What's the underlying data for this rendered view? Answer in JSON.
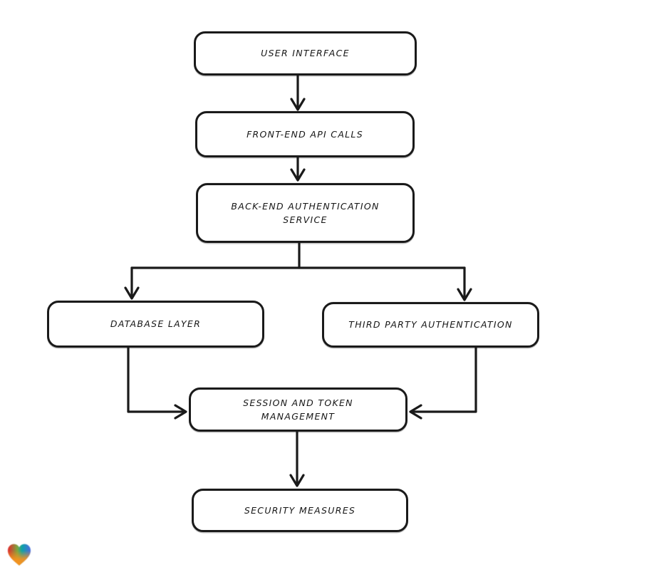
{
  "page": {
    "background": "#ffffff"
  },
  "diagram": {
    "type": "flowchart",
    "direction": "top-down",
    "style": "hand-drawn-sketch",
    "stroke_color": "#1a1a1a",
    "node_fill": "#ffffff",
    "nodes": [
      {
        "id": "user-interface",
        "label": "USER INTERFACE"
      },
      {
        "id": "front-end-api-calls",
        "label": "FRONT-END API CALLS"
      },
      {
        "id": "back-end-authentication-service",
        "label": "BACK-END AUTHENTICATION SERVICE"
      },
      {
        "id": "database-layer",
        "label": "DATABASE LAYER"
      },
      {
        "id": "third-party-authentication",
        "label": "THIRD PARTY AUTHENTICATION"
      },
      {
        "id": "session-and-token-management",
        "label": "SESSION AND TOKEN MANAGEMENT"
      },
      {
        "id": "security-measures",
        "label": "SECURITY MEASURES"
      }
    ],
    "edges": [
      {
        "from": "user-interface",
        "to": "front-end-api-calls",
        "arrow": "to"
      },
      {
        "from": "front-end-api-calls",
        "to": "back-end-authentication-service",
        "arrow": "to"
      },
      {
        "from": "back-end-authentication-service",
        "to": "database-layer",
        "arrow": "to"
      },
      {
        "from": "back-end-authentication-service",
        "to": "third-party-authentication",
        "arrow": "to"
      },
      {
        "from": "database-layer",
        "to": "session-and-token-management",
        "arrow": "to"
      },
      {
        "from": "third-party-authentication",
        "to": "session-and-token-management",
        "arrow": "to"
      },
      {
        "from": "session-and-token-management",
        "to": "security-measures",
        "arrow": "to"
      }
    ]
  },
  "branding": {
    "logo": "eraser-heart-logo",
    "logo_colors": {
      "red": "#e5262b",
      "green": "#7ba83e",
      "teal": "#0ba3a8",
      "blue": "#4b6be0",
      "orange": "#f6921e"
    }
  }
}
